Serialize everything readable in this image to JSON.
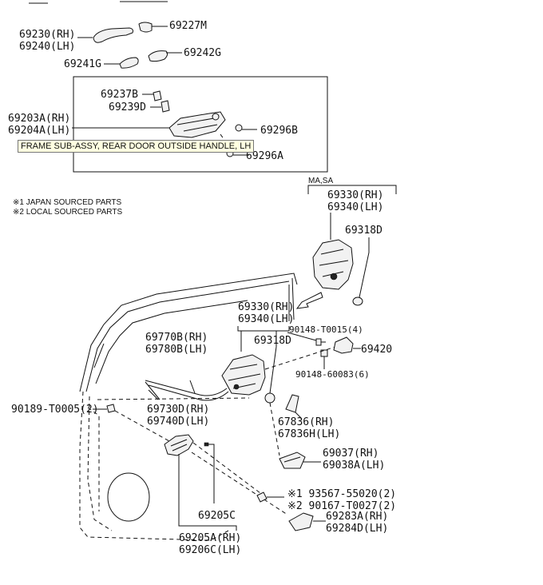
{
  "tooltip": "FRAME SUB-ASSY, REAR DOOR OUTSIDE HANDLE, LH",
  "variant_label": "MA,SA",
  "notes": [
    "※1 JAPAN SOURCED PARTS",
    "※2 LOCAL SOURCED PARTS"
  ],
  "parts": {
    "p69230": "69230(RH)",
    "p69240": "69240(LH)",
    "p69227M": "69227M",
    "p69241G": "69241G",
    "p69242G": "69242G",
    "p69237B": "69237B",
    "p69239D": "69239D",
    "p69203A": "69203A(RH)",
    "p69204A": "69204A(LH)",
    "p69296B": "69296B",
    "p69296A": "69296A",
    "p69330_top": "69330(RH)",
    "p69340_top": "69340(LH)",
    "p69318D_top": "69318D",
    "p69330": "69330(RH)",
    "p69340": "69340(LH)",
    "p69318D": "69318D",
    "p90148_15": "90148-T0015(4)",
    "p69420": "69420",
    "p90148_83": "90148-60083(6)",
    "p69770B": "69770B(RH)",
    "p69780B": "69780B(LH)",
    "p69730D": "69730D(RH)",
    "p69740D": "69740D(LH)",
    "p90189": "90189-T0005(2)",
    "p67836R": "67836(RH)",
    "p67836H": "67836H(LH)",
    "p69037": "69037(RH)",
    "p69038A": "69038A(LH)",
    "p93567": "※1 93567-55020(2)",
    "p90167": "※2 90167-T0027(2)",
    "p69283A": "69283A(RH)",
    "p69284D": "69284D(LH)",
    "p69205C": "69205C",
    "p69205A": "69205A(RH)",
    "p69206C": "69206C(LH)"
  }
}
